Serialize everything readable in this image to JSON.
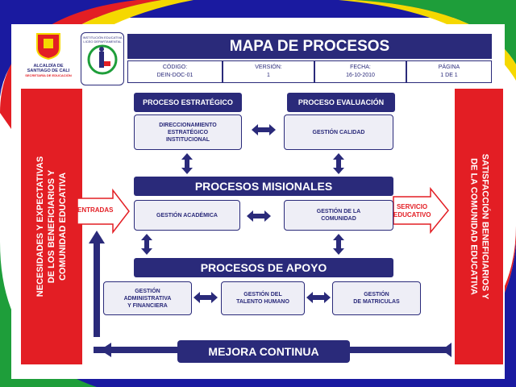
{
  "header": {
    "logo1_caption": [
      "ALCALDÍA DE",
      "SANTIAGO DE CALI",
      "SECRETARÍA DE EDUCACIÓN"
    ],
    "logo2_caption": [
      "INSTITUCIÓN EDUCATIVA",
      "LICEO DEPARTAMENTAL"
    ],
    "title": "MAPA DE PROCESOS",
    "fields": [
      {
        "label": "CÓDIGO:",
        "value": "DEIN-DOC-01"
      },
      {
        "label": "VERSIÓN:",
        "value": "1"
      },
      {
        "label": "FECHA:",
        "value": "16-10-2010"
      },
      {
        "label": "PÁGINA",
        "value": "1 DE 1"
      }
    ]
  },
  "left_column": [
    "NECESIDADES Y EXPECTATIVAS",
    "DE LOS BENEFICIARIOS Y",
    "COMUNIDAD EDUCATIVA"
  ],
  "right_column": [
    "SATISFACCIÓN BENEFICIARIOS Y",
    "DE LA COMUNIDAD EDUCATIVA"
  ],
  "strategic": {
    "title_left": "PROCESO ESTRATÉGICO",
    "title_right": "PROCESO EVALUACIÓN",
    "box_left": [
      "DIRECCIONAMIENTO",
      "ESTRATÉGICO",
      "INSTITUCIONAL"
    ],
    "box_right": "GESTIÓN CALIDAD"
  },
  "misionales": {
    "title": "PROCESOS MISIONALES",
    "box_left": "GESTIÓN ACADÉMICA",
    "box_right": [
      "GESTIÓN DE LA",
      "COMUNIDAD"
    ],
    "input_label": "ENTRADAS",
    "output_label": [
      "SERVICIO",
      "EDUCATIVO"
    ]
  },
  "apoyo": {
    "title": "PROCESOS DE APOYO",
    "boxes": [
      [
        "GESTIÓN",
        "ADMINISTRATIVA",
        "Y FINANCIERA"
      ],
      [
        "GESTIÓN DEL",
        "TALENTO HUMANO"
      ],
      [
        "GESTIÓN",
        "DE MATRICULAS"
      ]
    ]
  },
  "mejora": "MEJORA CONTINUA",
  "colors": {
    "navy": "#2a2a7a",
    "red": "#e31e24",
    "blue": "#1a1aa0",
    "yellow": "#f5d800",
    "green": "#1e9e3a"
  }
}
